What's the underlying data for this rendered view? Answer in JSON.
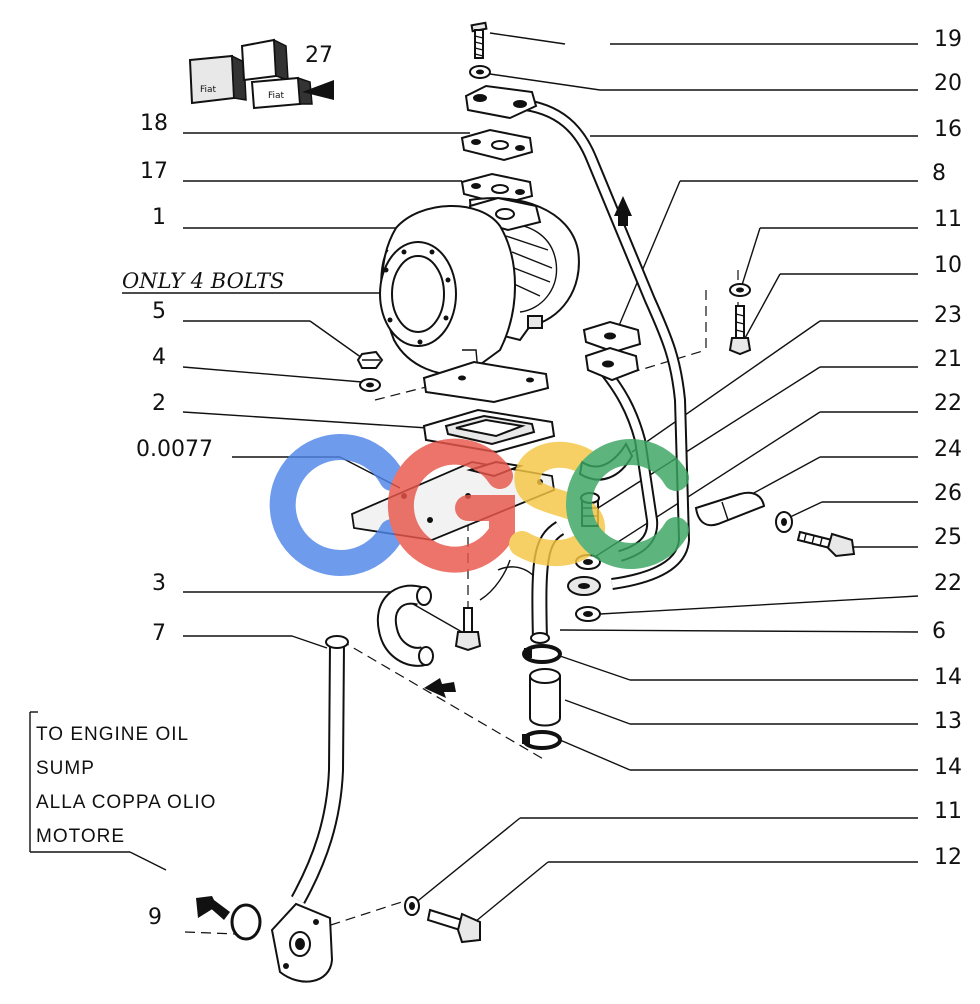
{
  "callouts_left": {
    "c27": "27",
    "c18": "18",
    "c17": "17",
    "c1": "1",
    "c5": "5",
    "c4": "4",
    "c2": "2",
    "c_thk": "0.0077",
    "c3": "3",
    "c7": "7",
    "c9": "9"
  },
  "callouts_right": {
    "c19": "19",
    "c20": "20",
    "c16": "16",
    "c8": "8",
    "c11a": "11",
    "c10": "10",
    "c23": "23",
    "c21": "21",
    "c22a": "22",
    "c24": "24",
    "c26": "26",
    "c25": "25",
    "c22b": "22",
    "c6": "6",
    "c14a": "14",
    "c13": "13",
    "c14b": "14",
    "c11b": "11",
    "c12": "12"
  },
  "handwritten_note": "ONLY 4 BOLTS",
  "engine_note": {
    "line1": "TO ENGINE OIL",
    "line2": "SUMP",
    "line3": "ALLA COPPA OLIO",
    "line4": "MOTORE"
  },
  "icon_labels": {
    "box_a": "Fiat",
    "box_b": "Fiat"
  },
  "watermark": {
    "text": "CGSC",
    "colors": [
      "#4f86e8",
      "#e8564a",
      "#f5c644",
      "#3aa661"
    ]
  }
}
